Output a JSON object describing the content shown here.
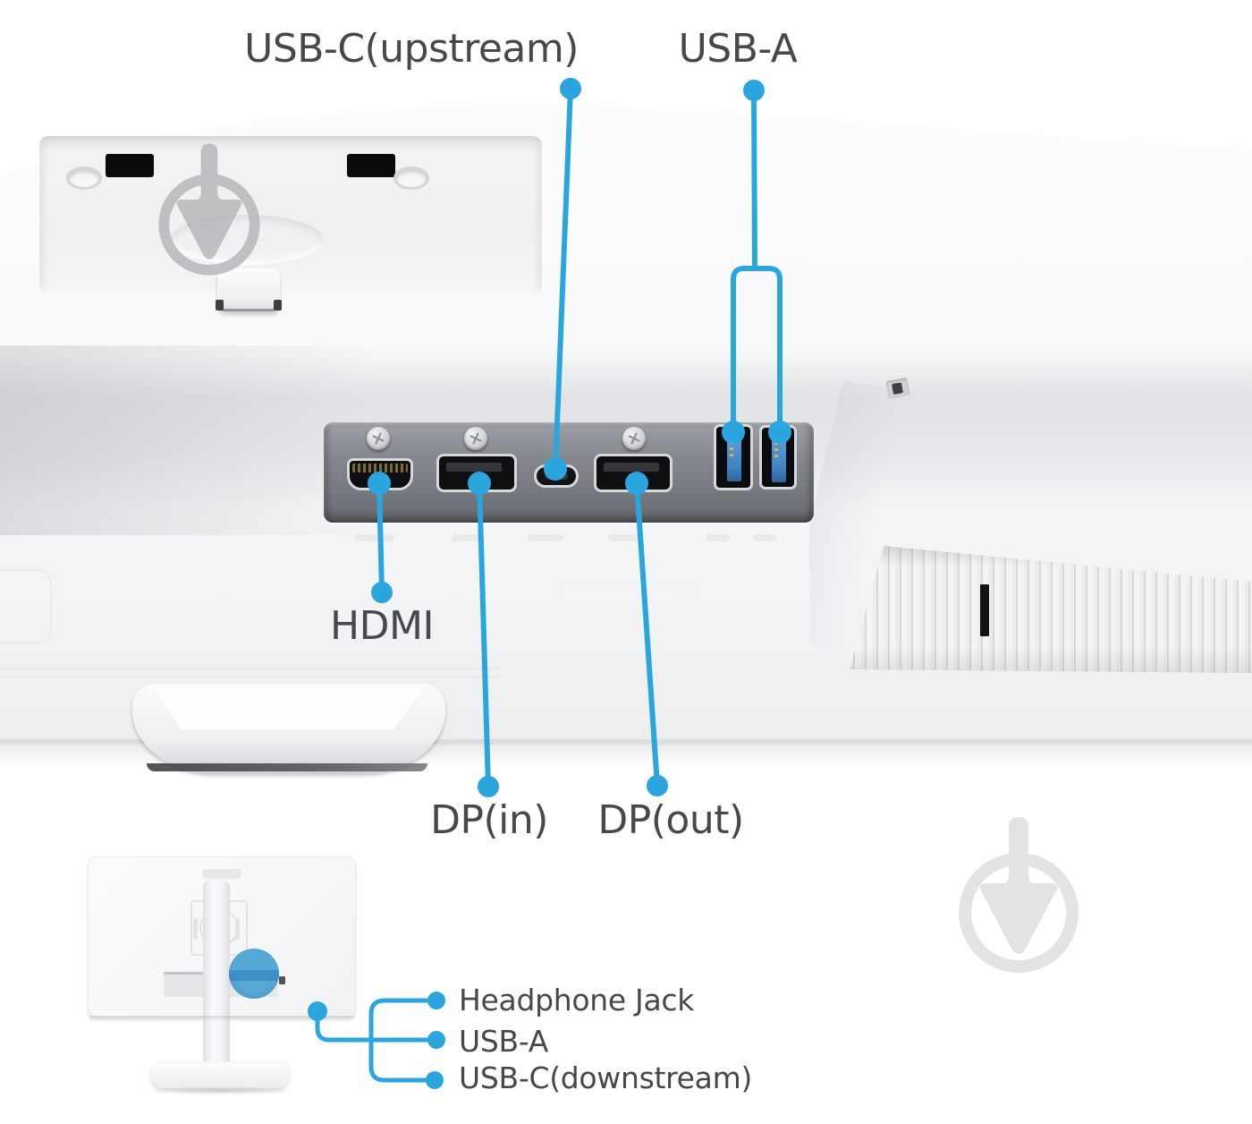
{
  "title_labels": {
    "usb_c_upstream": "USB-C(upstream)",
    "usb_a": "USB-A",
    "hdmi": "HDMI",
    "dp_in": "DP(in)",
    "dp_out": "DP(out)"
  },
  "inset_labels": {
    "headphone_jack": "Headphone Jack",
    "usb_a": "USB-A",
    "usb_c_downstream": "USB-C(downstream)"
  },
  "icons": {
    "watermark": "download-arrow-watermark",
    "ports": [
      "screw-icon",
      "hdmi-port-icon",
      "displayport-in-icon",
      "usb-c-port-icon",
      "displayport-out-icon",
      "usb-a-port-icon",
      "usb-a-port-icon",
      "kensington-lock-slot-icon",
      "vent-grille-icon",
      "headphone-jack-highlight-circle"
    ]
  },
  "colors": {
    "callout_blue": "#2ba5dd",
    "label_text": "#48484c",
    "usb_tongue_blue": "#3f82c2",
    "highlight_circle": "#57a8d7",
    "watermark_top": "#b3b4b7",
    "watermark_bottom": "#e2e3e5",
    "vent_slat": "#101214"
  }
}
